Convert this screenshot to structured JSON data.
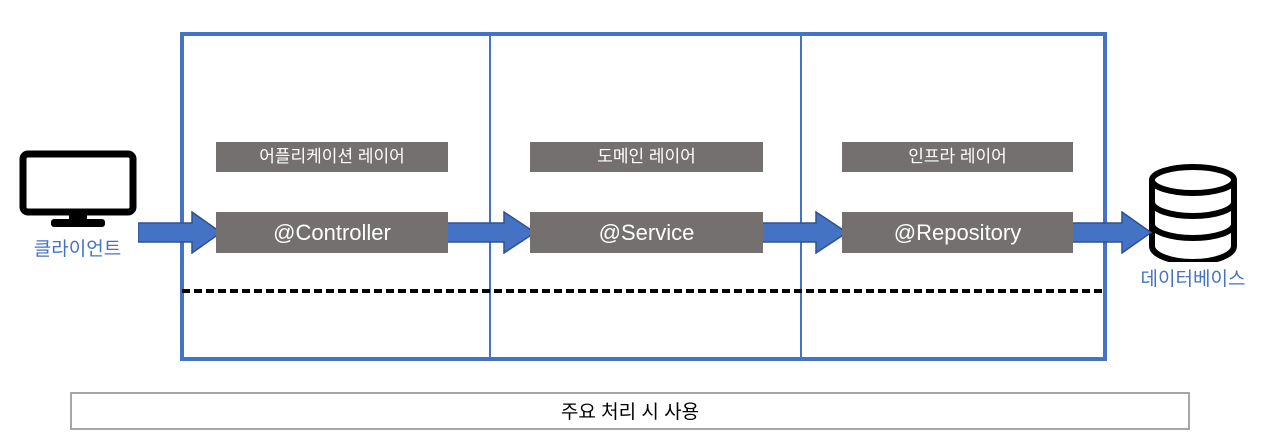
{
  "diagram": {
    "title_caption": "주요 처리 시 사용",
    "accent_color": "#4472C4",
    "box_color": "#747070",
    "caption_border_color": "#A6A6A6",
    "client": {
      "label": "클라이언트",
      "icon": "monitor-icon"
    },
    "database": {
      "label": "데이터베이스",
      "icon": "database-cylinder-icon"
    },
    "layers": [
      {
        "chip_label": "어플리케이션 레이어",
        "component_label": "@Controller"
      },
      {
        "chip_label": "도메인 레이어",
        "component_label": "@Service"
      },
      {
        "chip_label": "인프라 레이어",
        "component_label": "@Repository"
      }
    ],
    "arrows": [
      {
        "name": "client-to-controller"
      },
      {
        "name": "controller-to-service"
      },
      {
        "name": "service-to-repository"
      },
      {
        "name": "repository-to-database"
      }
    ]
  }
}
